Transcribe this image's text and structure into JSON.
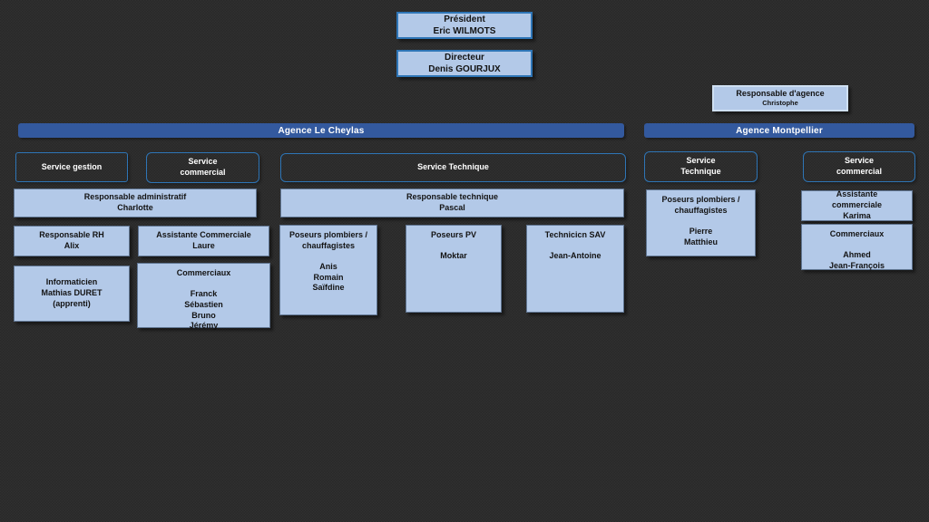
{
  "colors": {
    "background": "#2b2b2b",
    "box_fill": "#b3c9e8",
    "box_border": "#2e75b6",
    "bar_fill": "#33599e",
    "header_border": "#2e75b6",
    "bar_text": "#ffffff",
    "box_text": "#131313",
    "light_border": "#cfe0f2"
  },
  "direction": {
    "president": "Président\nEric WILMOTS",
    "directeur": "Directeur\nDenis GOURJUX",
    "responsable_agence_title": "Responsable d'agence",
    "responsable_agence_name": "Christophe"
  },
  "cheylas": {
    "title": "Agence Le Cheylas",
    "service_gestion": "Service gestion",
    "service_commercial": "Service\ncommercial",
    "service_technique": "Service Technique",
    "responsable_administratif": "Responsable administratif\nCharlotte",
    "responsable_technique": "Responsable technique\nPascal",
    "responsable_rh": "Responsable RH\nAlix",
    "assistante_commerciale": "Assistante Commerciale\nLaure",
    "informaticien": "Informaticien\nMathias DURET\n(apprenti)",
    "commerciaux": "Commerciaux\n\nFranck\nSébastien\nBruno\nJérémy",
    "poseurs_plombiers": "Poseurs plombiers /\nchauffagistes\n\nAnis\nRomain\nSaïfdine",
    "poseurs_pv": "Poseurs PV\n\nMoktar",
    "technicien_sav": "Technicicn SAV\n\nJean-Antoine"
  },
  "montpellier": {
    "title": "Agence Montpellier",
    "service_technique": "Service\nTechnique",
    "service_commercial": "Service\ncommercial",
    "poseurs_plombiers": "Poseurs plombiers /\nchauffagistes\n\nPierre\nMatthieu",
    "assistante_commerciale": "Assistante\ncommerciale\nKarima",
    "commerciaux": "Commerciaux\n\nAhmed\nJean-François"
  }
}
